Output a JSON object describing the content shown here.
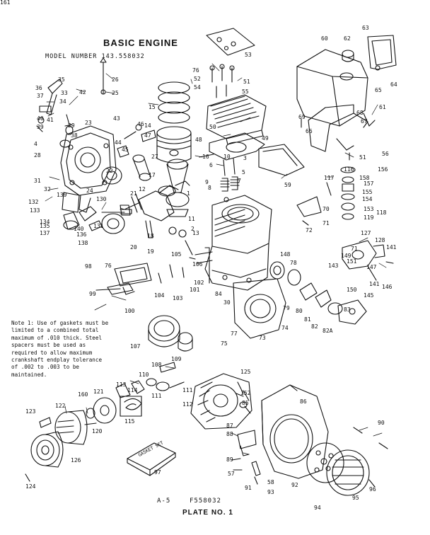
{
  "header": {
    "title": "BASIC ENGINE",
    "model": "MODEL NUMBER 143.558032"
  },
  "note": "Note 1: Use of gaskets must be limited to a combined total maximum of .010 thick. Steel spacers must be used as required to allow maximum crankshaft endplay tolerance of .002 to .003 to be maintained.",
  "box_label": "GASKET SET",
  "footer": {
    "ref_left": "A-5",
    "ref_right": "F558032",
    "plate": "PLATE NO. 1"
  },
  "callouts": [
    "35",
    "36",
    "37",
    "33",
    "34",
    "42",
    "40",
    "39",
    "41",
    "26",
    "25",
    "23",
    "29",
    "38",
    "4",
    "28",
    "31",
    "32",
    "139",
    "132",
    "133",
    "134",
    "135",
    "137",
    "136",
    "138",
    "130",
    "131",
    "140",
    "43",
    "44",
    "45",
    "46",
    "14",
    "47",
    "27",
    "15",
    "48",
    "16",
    "10",
    "9",
    "8",
    "7",
    "5",
    "6",
    "3",
    "2",
    "1",
    "11",
    "12",
    "13",
    "17",
    "18",
    "19",
    "20",
    "21",
    "22",
    "24",
    "76",
    "52",
    "51",
    "53",
    "54",
    "55",
    "50",
    "49",
    "59",
    "60",
    "62",
    "63",
    "64",
    "65",
    "66",
    "61",
    "67",
    "68",
    "69",
    "51",
    "56",
    "116",
    "156",
    "158",
    "157",
    "155",
    "154",
    "153",
    "118",
    "119",
    "117",
    "70",
    "71",
    "72",
    "71",
    "127",
    "128",
    "141",
    "149",
    "151",
    "143",
    "141",
    "146",
    "145",
    "147",
    "150",
    "148",
    "78",
    "79",
    "80",
    "81",
    "82",
    "82A",
    "83",
    "84",
    "30",
    "73",
    "74",
    "75",
    "77",
    "76",
    "98",
    "99",
    "100",
    "101",
    "102",
    "103",
    "104",
    "105",
    "106",
    "107",
    "109",
    "108",
    "110",
    "111",
    "111",
    "112",
    "113",
    "114",
    "115",
    "160",
    "121",
    "120",
    "122",
    "123",
    "126",
    "124",
    "125",
    "152",
    "85",
    "86",
    "87",
    "88",
    "89",
    "57",
    "58",
    "93",
    "91",
    "92",
    "90",
    "94",
    "95",
    "96",
    "97",
    "161"
  ]
}
